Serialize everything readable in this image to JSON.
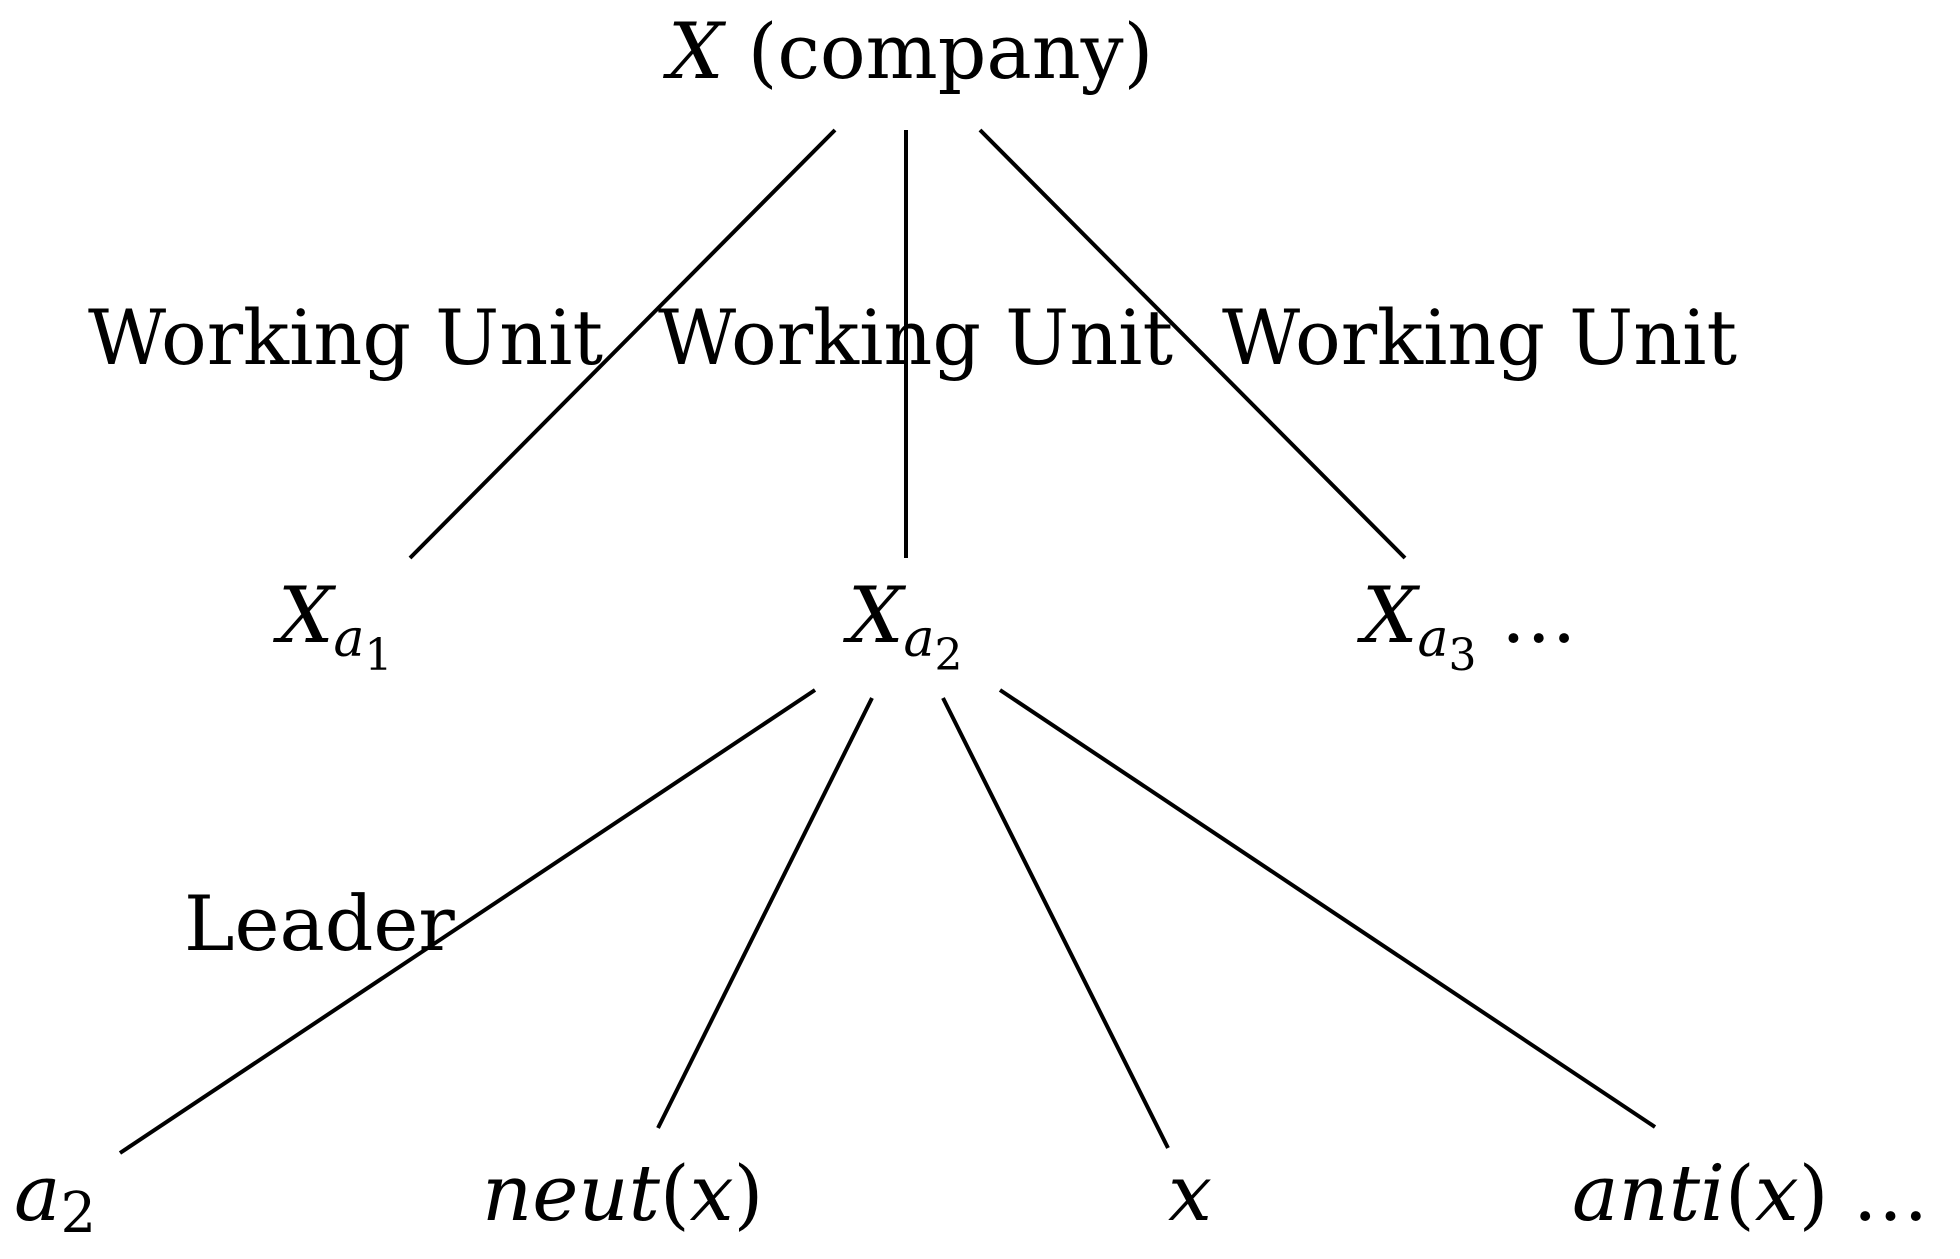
{
  "root": {
    "var": "X",
    "text": " (company)"
  },
  "edge_labels": {
    "working_unit_1": "Working Unit",
    "working_unit_2": "Working Unit",
    "working_unit_3": "Working Unit",
    "leader": "Leader"
  },
  "units": [
    {
      "var": "X",
      "sub": "a",
      "subsub": "1",
      "suffix": ""
    },
    {
      "var": "X",
      "sub": "a",
      "subsub": "2",
      "suffix": ""
    },
    {
      "var": "X",
      "sub": "a",
      "subsub": "3",
      "suffix": " …"
    }
  ],
  "members": {
    "leader_node": {
      "var": "a",
      "sub": "2"
    },
    "neut": {
      "fn": "neut",
      "open": "(",
      "arg": "x",
      "close": ")"
    },
    "x": {
      "var": "x"
    },
    "anti": {
      "fn": "anti",
      "open": "(",
      "arg": "x",
      "close": ")",
      "suffix": " …"
    }
  }
}
